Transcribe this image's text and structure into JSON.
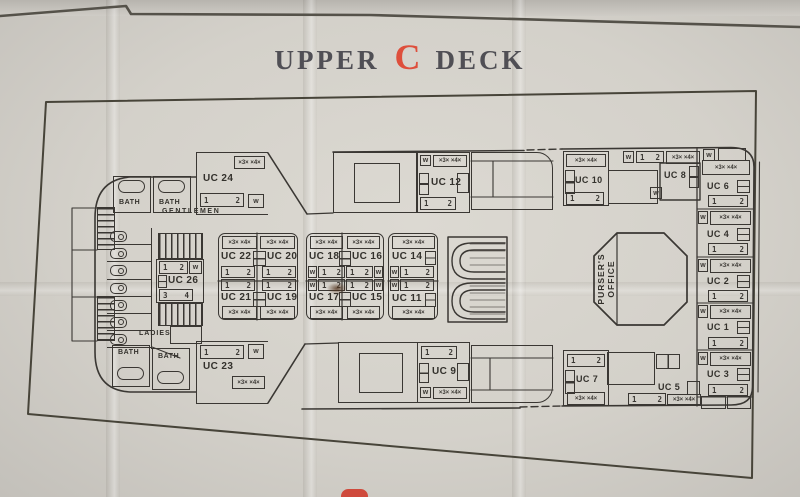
{
  "title": {
    "word1": "UPPER",
    "letter": "C",
    "word2": "DECK"
  },
  "colors": {
    "paper": "#d4d1ca",
    "ink": "#3a3733",
    "accent_red": "#de4f3c"
  },
  "labels": {
    "gentlemen": "GENTLEMEN",
    "ladies": "LADIES",
    "bath": "BATH",
    "pursers_line1": "PURSER'S",
    "pursers_line2": "OFFICE"
  },
  "symbols": {
    "w": "w",
    "n1": "1",
    "n2": "2",
    "n3": "3",
    "n4": "4",
    "upper_berths": "×3× ×4×"
  },
  "cabins": {
    "uc24": "UC 24",
    "uc26": "UC 26",
    "uc23": "UC 23",
    "uc22": "UC 22",
    "uc20": "UC 20",
    "uc21": "UC 21",
    "uc19": "UC 19",
    "uc18": "UC 18",
    "uc16": "UC 16",
    "uc17": "UC 17",
    "uc15": "UC 15",
    "uc14": "UC 14",
    "uc11": "UC 11",
    "uc12": "UC 12",
    "uc9": "UC 9",
    "uc10": "UC 10",
    "uc8": "UC 8",
    "uc7": "UC 7",
    "uc5": "UC 5",
    "uc6": "UC 6",
    "uc4": "UC 4",
    "uc2": "UC 2",
    "uc1": "UC 1",
    "uc3": "UC 3"
  }
}
